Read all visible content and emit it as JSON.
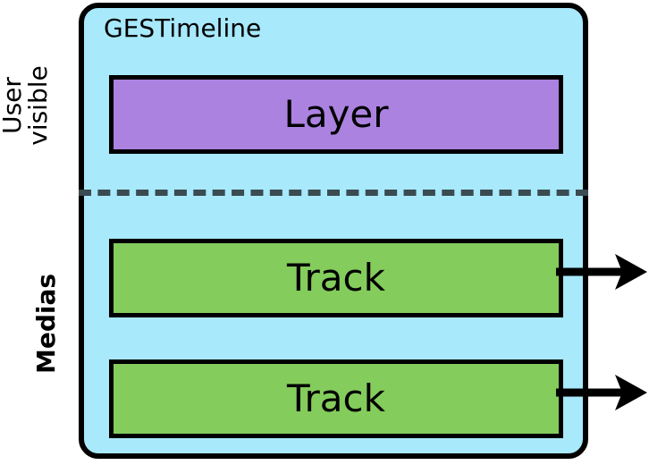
{
  "diagram": {
    "title": "GESTimeline",
    "side_labels": [
      {
        "name": "user-visible",
        "text": "User\nvisible"
      },
      {
        "name": "medias",
        "text": "Medias"
      }
    ],
    "blocks": [
      {
        "name": "layer",
        "label": "Layer",
        "fill": "#ab82e0"
      },
      {
        "name": "track-1",
        "label": "Track",
        "fill": "#84cc5c"
      },
      {
        "name": "track-2",
        "label": "Track",
        "fill": "#84cc5c"
      }
    ],
    "divider": {
      "style": "dashed",
      "color": "#3a4b52"
    },
    "arrows": [
      {
        "name": "track-1-output",
        "direction": "right"
      },
      {
        "name": "track-2-output",
        "direction": "right"
      }
    ],
    "colors": {
      "container_fill": "#a8e9fc",
      "outline": "#000000",
      "layer_fill": "#ab82e0",
      "track_fill": "#84cc5c",
      "divider": "#3a4b52",
      "background": "#ffffff"
    }
  }
}
